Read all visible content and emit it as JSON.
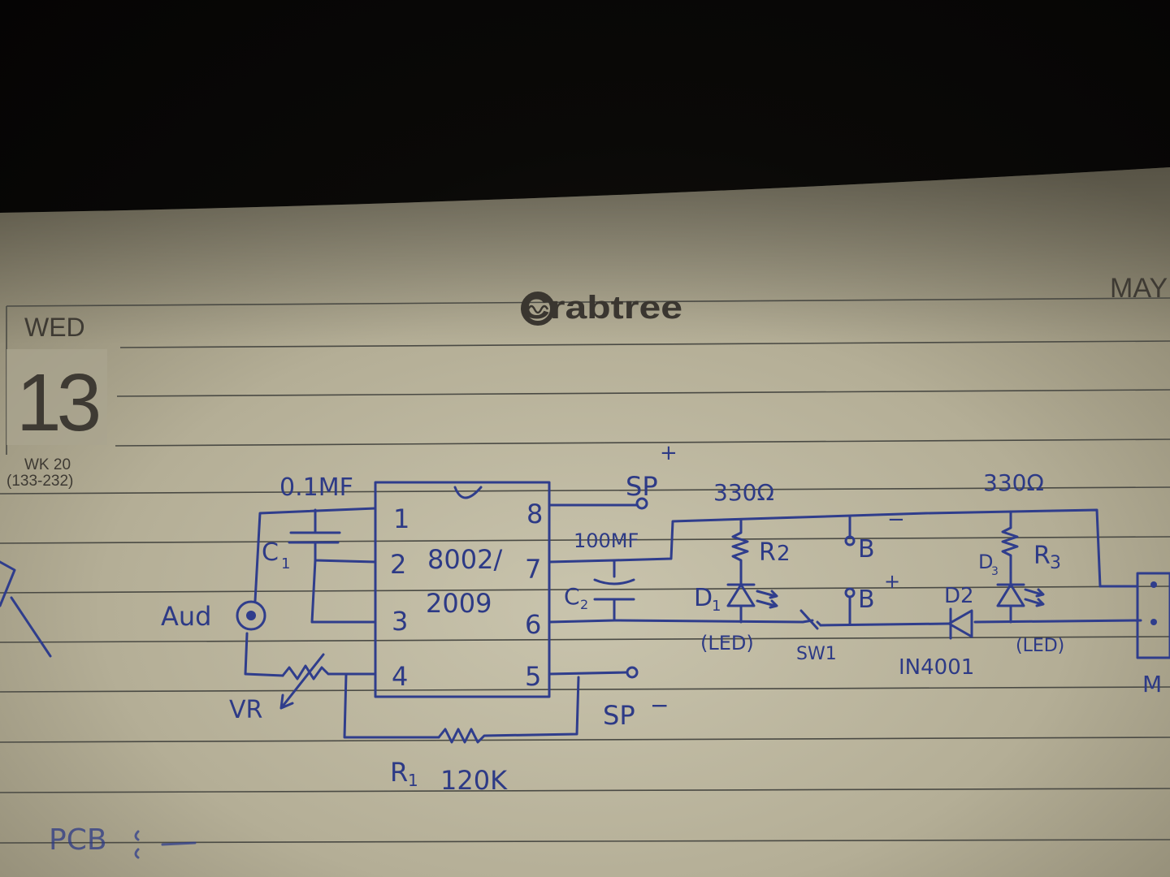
{
  "planner": {
    "brand": "Crabtree",
    "month": "MAY",
    "weekday": "WED",
    "day": "13",
    "week": "WK 20",
    "day_range": "(133-232)"
  },
  "circuit": {
    "ic_pins_left": [
      "1",
      "2",
      "3",
      "4"
    ],
    "ic_pins_right": [
      "8",
      "7",
      "6",
      "5"
    ],
    "ic_part": [
      "8002/",
      "2009"
    ],
    "c1_value": "0.1MF",
    "c1_label": "C",
    "c1_sub": "1",
    "c2_value": "100MF",
    "c2_label": "C",
    "c2_sub": "2",
    "audio_in": "Aud",
    "vr": "VR",
    "r1_label": "R",
    "r1_sub": "1",
    "r1_value": "120K",
    "sp_plus": "SP",
    "sp_plus_sign": "+",
    "sp_minus": "SP",
    "sp_minus_sign": "−",
    "r2_value": "330Ω",
    "r2_label": "R",
    "r2_sub": "2",
    "d1_label": "D",
    "d1_sub": "1",
    "d1_note": "(LED)",
    "sw1": "SW1",
    "b_minus": "B",
    "b_minus_sign": "−",
    "b_plus": "B",
    "b_plus_sign": "+",
    "r3_value": "330Ω",
    "r3_label": "R",
    "r3_sub": "3",
    "d3_label": "D",
    "d3_sub": "3",
    "d2_label": "D2",
    "d2_note": "(LED)",
    "diode_part": "IN4001",
    "edge_label": "M"
  },
  "footer": {
    "pcb_label": "PCB"
  }
}
